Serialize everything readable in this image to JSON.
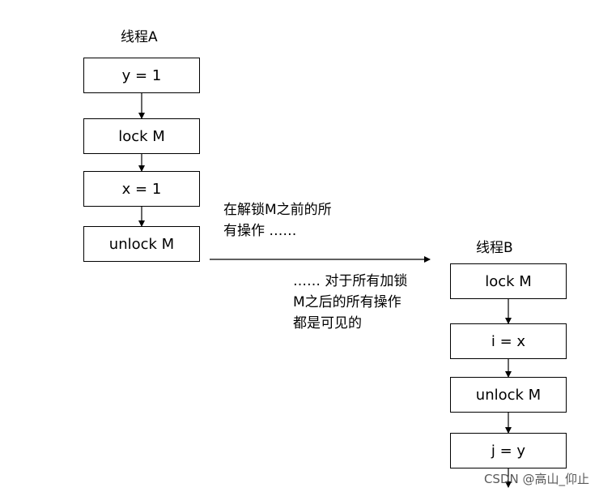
{
  "thread_a": {
    "title": "线程A",
    "steps": [
      "y = 1",
      "lock M",
      "x = 1",
      "unlock M"
    ]
  },
  "thread_b": {
    "title": "线程B",
    "steps": [
      "lock M",
      "i = x",
      "unlock M",
      "j = y"
    ]
  },
  "note_before": [
    "在解锁M之前的所",
    "有操作 ……"
  ],
  "note_after": [
    "…… 对于所有加锁",
    "M之后的所有操作",
    "都是可见的"
  ],
  "watermark": "CSDN @高山_仰止"
}
